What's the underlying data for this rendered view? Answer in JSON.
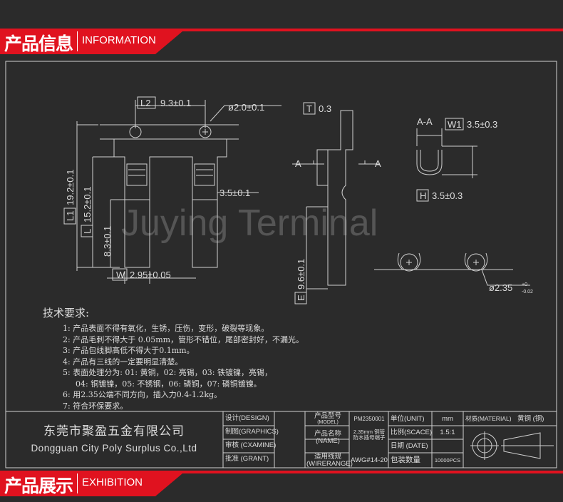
{
  "headers": {
    "info": {
      "cn": "产品信息",
      "en": "INFORMATION"
    },
    "exhibition": {
      "cn": "产品展示",
      "en": "EXHIBITION"
    }
  },
  "colors": {
    "accent": "#e0121f",
    "background": "#2b2b2b",
    "line": "#d8d8d8"
  },
  "drawing": {
    "watermark": "Juying Terminal",
    "front": {
      "l2_tag": "L2",
      "l2": "9.3±0.1",
      "hole": "ø2.0±0.1",
      "l1_tag": "L1",
      "l1": "19.2±0.1",
      "l_tag": "L",
      "l": "15.2±0.1",
      "h": "8.3±0.1",
      "slot": "3.5±0.1",
      "w_tag": "W",
      "w": "2.95±0.05"
    },
    "side": {
      "t_tag": "T",
      "t": "0.3",
      "a_left": "A",
      "a_right": "A",
      "e_tag": "E",
      "e": "9.6±0.1"
    },
    "section": {
      "title": "A-A",
      "w1_tag": "W1",
      "w1": "3.5±0.3",
      "h_tag": "H",
      "h": "3.5±0.3"
    },
    "pin": {
      "dia": "ø2.35",
      "tol_up": "+0",
      "tol_down": "-0.02"
    }
  },
  "requirements": {
    "title": "技术要求:",
    "items": [
      "1: 产品表面不得有氧化，生锈，压伤，变形，破裂等现象。",
      "2: 产品毛刺不得大于 0.05mm，管形不错位，尾部密封好，不漏光。",
      "3: 产品包线脚高低不得大于0.1mm。",
      "4: 产品有三线的一定要明显清楚。",
      "5: 表面处理分为: 01: 黄铜，02: 亮锡，03: 铁镀镍，亮锡，",
      "04: 铜镀镍，05: 不锈钢，06: 磷铜，07: 磷铜镀镍。",
      "6: 用2.35公端不同方向，插入力0.4-1.2kg。",
      "7: 符合环保要求。"
    ]
  },
  "title_block": {
    "company_cn": "东莞市聚盈五金有限公司",
    "company_en": "Dongguan City Poly Surplus Co.,Ltd",
    "design": "设计(DESIGN)",
    "graphics": "制图(GRAPHICS)",
    "examine": "审核 (CXAMINE)",
    "grant": "批准 (GRANT)",
    "model_label": "产品型号",
    "model_label_en": "(MODEL)",
    "model": "PM2350001",
    "name_label": "产品名称",
    "name_label_en": "(NAME)",
    "name_line1": "2.35mm 铜管",
    "name_line2": "防水插母端子",
    "wire_label": "适用线规",
    "wire_label_en": "(WIRERANGE)",
    "wire": "AWG#14-20",
    "unit_label": "单位(UNIT)",
    "unit": "mm",
    "scale_label": "比例(SCACE)",
    "scale": "1.5:1",
    "date_label": "日期 (DATE)",
    "pack_label": "包装数量",
    "pack": "10000PCS",
    "material_label": "材质(MATERIAL)",
    "material": "黄铜 (铜)"
  }
}
